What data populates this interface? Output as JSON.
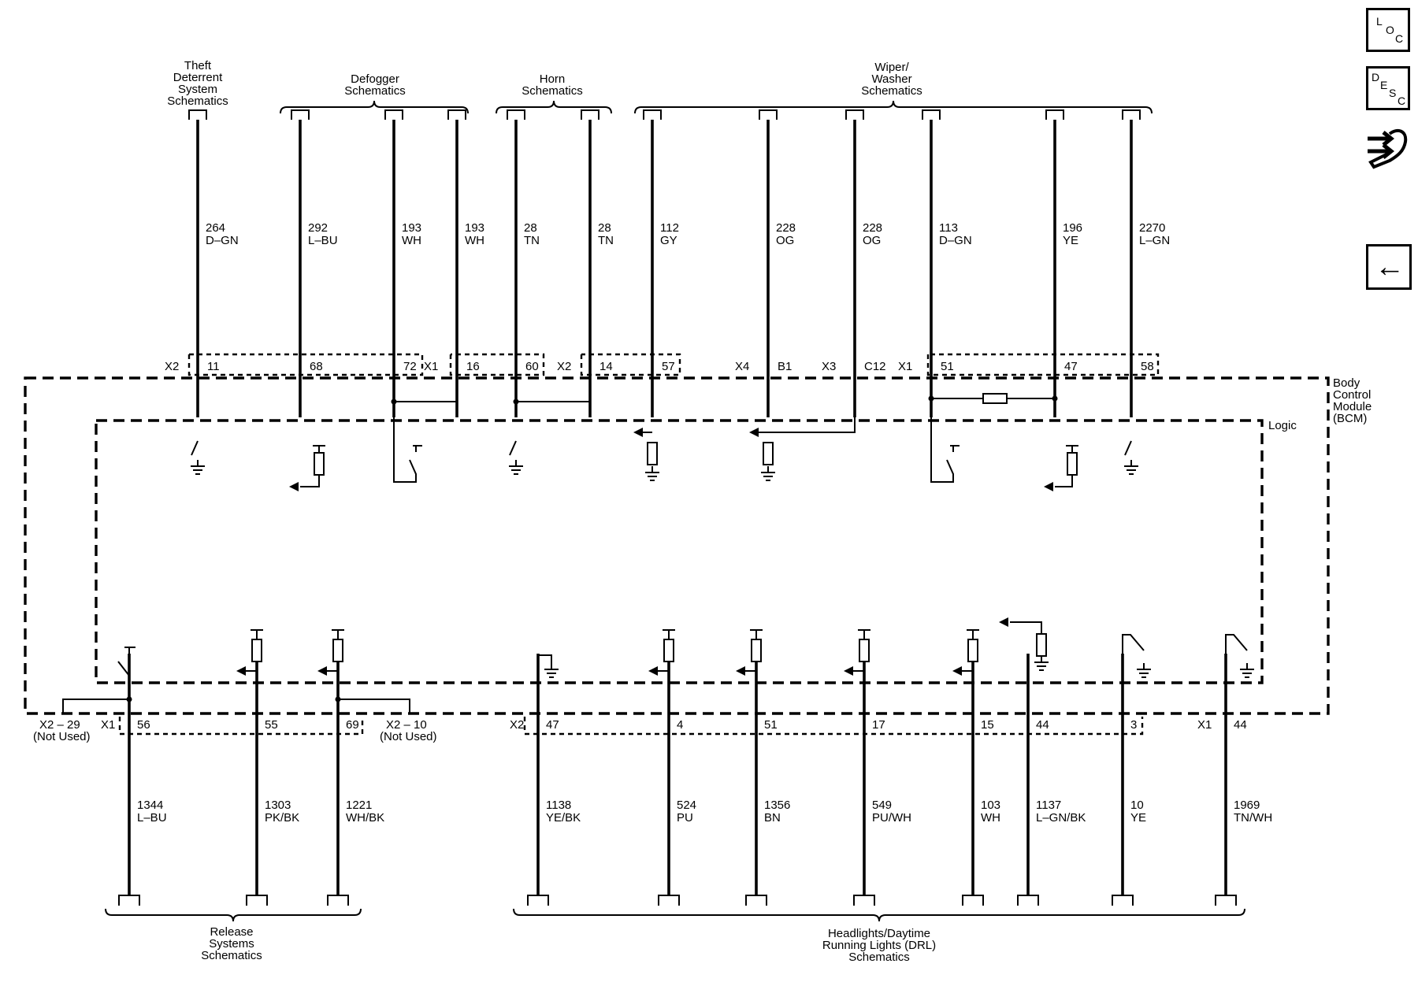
{
  "nav": {
    "loc": {
      "l1": "L",
      "l2": "O",
      "l3": "C"
    },
    "desc": {
      "l1": "D",
      "l2": "E",
      "l3": "S",
      "l4": "C"
    },
    "back_glyph": "←",
    "repair_icon": "wrench-arrows-icon"
  },
  "module": {
    "name_lines": [
      "Body",
      "Control",
      "Module",
      "(BCM)"
    ],
    "logic": "Logic"
  },
  "top_groups": [
    {
      "label_lines": [
        "Theft",
        "Deterrent",
        "System",
        "Schematics"
      ]
    },
    {
      "label_lines": [
        "Defogger",
        "Schematics"
      ]
    },
    {
      "label_lines": [
        "Horn",
        "Schematics"
      ]
    },
    {
      "label_lines": [
        "Wiper/",
        "Washer",
        "Schematics"
      ]
    }
  ],
  "top_wires": [
    {
      "circuit": "264",
      "color": "D–GN",
      "pin": "11",
      "connector": "X2"
    },
    {
      "circuit": "292",
      "color": "L–BU",
      "pin": "68",
      "connector": ""
    },
    {
      "circuit": "193",
      "color": "WH",
      "pin": "72",
      "connector": ""
    },
    {
      "circuit": "193",
      "color": "WH",
      "pin": "16",
      "connector": "X1"
    },
    {
      "circuit": "28",
      "color": "TN",
      "pin": "60",
      "connector": ""
    },
    {
      "circuit": "28",
      "color": "TN",
      "pin": "14",
      "connector": "X2"
    },
    {
      "circuit": "112",
      "color": "GY",
      "pin": "57",
      "connector": ""
    },
    {
      "circuit": "228",
      "color": "OG",
      "pin": "B1",
      "connector": "X4"
    },
    {
      "circuit": "228",
      "color": "OG",
      "pin": "C12",
      "connector": "X3"
    },
    {
      "circuit": "113",
      "color": "D–GN",
      "pin": "51",
      "connector": "X1"
    },
    {
      "circuit": "196",
      "color": "YE",
      "pin": "47",
      "connector": ""
    },
    {
      "circuit": "2270",
      "color": "L–GN",
      "pin": "58",
      "connector": ""
    }
  ],
  "bottom_wires": [
    {
      "circuit": "1344",
      "color": "L–BU",
      "pin": "56",
      "connector": "X1"
    },
    {
      "circuit": "1303",
      "color": "PK/BK",
      "pin": "55",
      "connector": ""
    },
    {
      "circuit": "1221",
      "color": "WH/BK",
      "pin": "69",
      "connector": ""
    },
    {
      "circuit": "1138",
      "color": "YE/BK",
      "pin": "47",
      "connector": "X2"
    },
    {
      "circuit": "524",
      "color": "PU",
      "pin": "4",
      "connector": ""
    },
    {
      "circuit": "1356",
      "color": "BN",
      "pin": "51",
      "connector": ""
    },
    {
      "circuit": "549",
      "color": "PU/WH",
      "pin": "17",
      "connector": ""
    },
    {
      "circuit": "103",
      "color": "WH",
      "pin": "15",
      "connector": ""
    },
    {
      "circuit": "1137",
      "color": "L–GN/BK",
      "pin": "44",
      "connector": ""
    },
    {
      "circuit": "10",
      "color": "YE",
      "pin": "3",
      "connector": ""
    },
    {
      "circuit": "1969",
      "color": "TN/WH",
      "pin": "44",
      "connector": "X1"
    }
  ],
  "unused_pins": [
    {
      "pin": "X2 – 29",
      "note": "(Not Used)"
    },
    {
      "pin": "X2 – 10",
      "note": "(Not Used)"
    }
  ],
  "bottom_groups": [
    {
      "label_lines": [
        "Release",
        "Systems",
        "Schematics"
      ]
    },
    {
      "label_lines": [
        "Headlights/Daytime",
        "Running Lights (DRL)",
        "Schematics"
      ]
    }
  ]
}
